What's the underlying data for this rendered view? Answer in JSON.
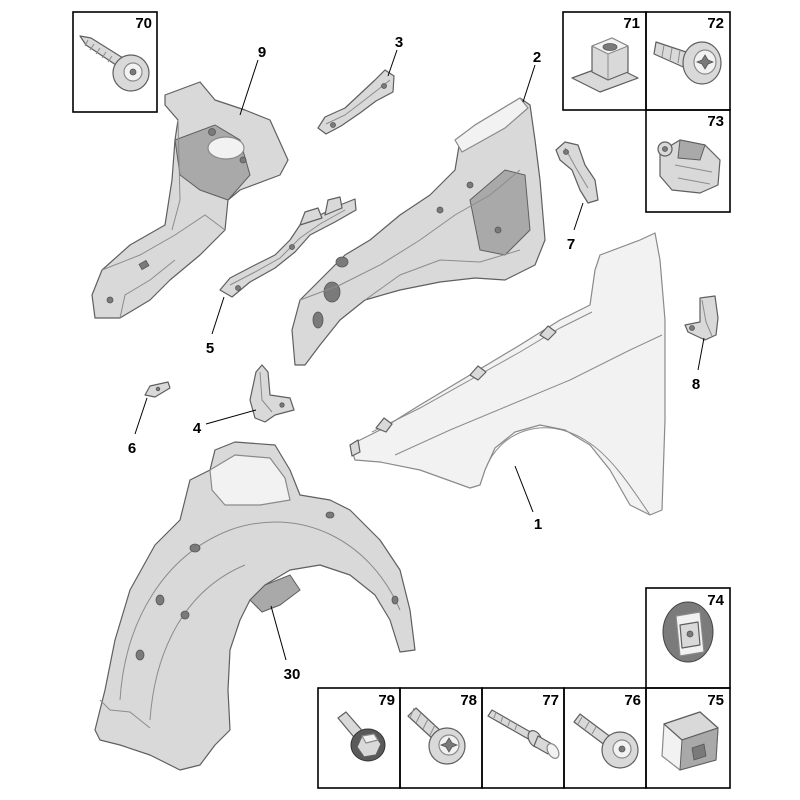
{
  "callouts": {
    "part_1": "1",
    "part_2": "2",
    "part_3": "3",
    "part_4": "4",
    "part_5": "5",
    "part_6": "6",
    "part_7": "7",
    "part_8": "8",
    "part_9": "9",
    "part_30": "30"
  },
  "hardware_boxes": {
    "box_70": "70",
    "box_71": "71",
    "box_72": "72",
    "box_73": "73",
    "box_74": "74",
    "box_75": "75",
    "box_76": "76",
    "box_77": "77",
    "box_78": "78",
    "box_79": "79"
  },
  "colors": {
    "background": "#ffffff",
    "frame": "#000000",
    "outline": "#5f5f5f",
    "part": "#d9d9d9",
    "part_light": "#f2f2f2",
    "part_dark": "#a9a9a9",
    "hole": "#7a7a7a"
  }
}
